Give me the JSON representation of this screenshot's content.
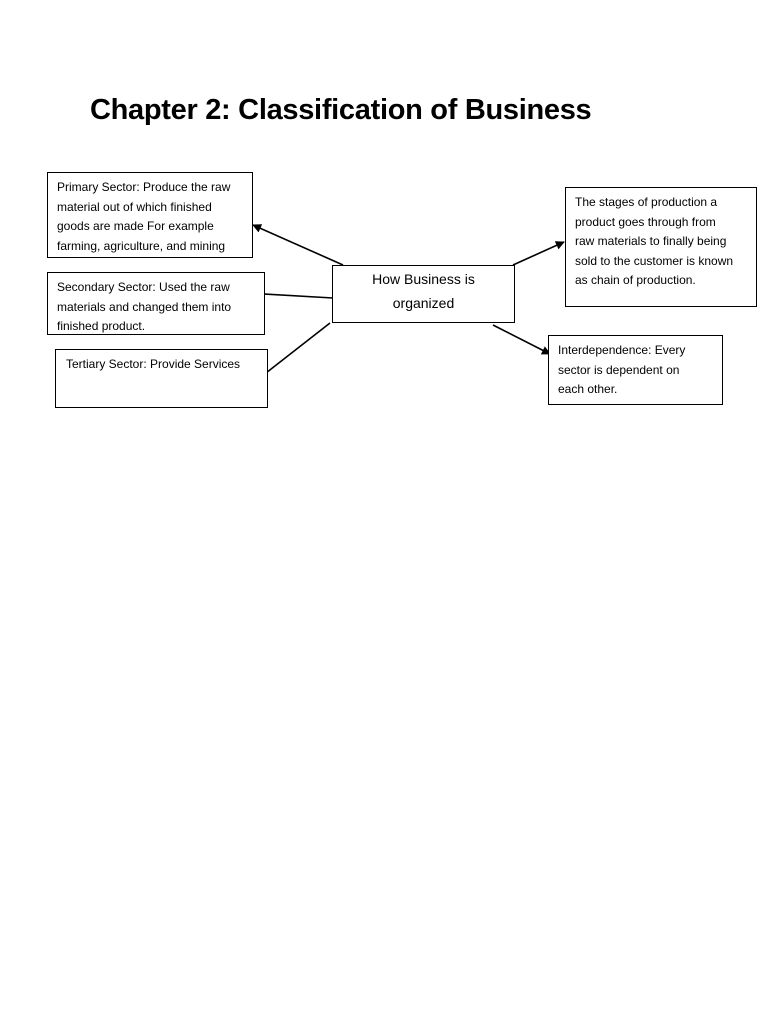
{
  "page": {
    "title": "Chapter 2: Classification of Business"
  },
  "diagram": {
    "center": {
      "lines": [
        "How Business is",
        "organized"
      ]
    },
    "nodes": {
      "primary": {
        "lines": [
          "Primary Sector: Produce the raw",
          "material out of which finished",
          "goods are made For example",
          "farming, agriculture, and mining"
        ]
      },
      "secondary": {
        "lines": [
          "Secondary Sector: Used the raw",
          "materials and changed them into",
          "finished product."
        ]
      },
      "tertiary": {
        "lines": [
          "Tertiary Sector: Provide Services"
        ]
      },
      "chain": {
        "lines": [
          "The stages of production a",
          "product goes through from",
          "raw materials to finally being",
          "sold to the customer is known",
          "as chain of production."
        ]
      },
      "interdependence": {
        "lines": [
          "Interdependence: Every",
          "sector is dependent on",
          "each other."
        ]
      }
    },
    "line_color": "#000000"
  }
}
